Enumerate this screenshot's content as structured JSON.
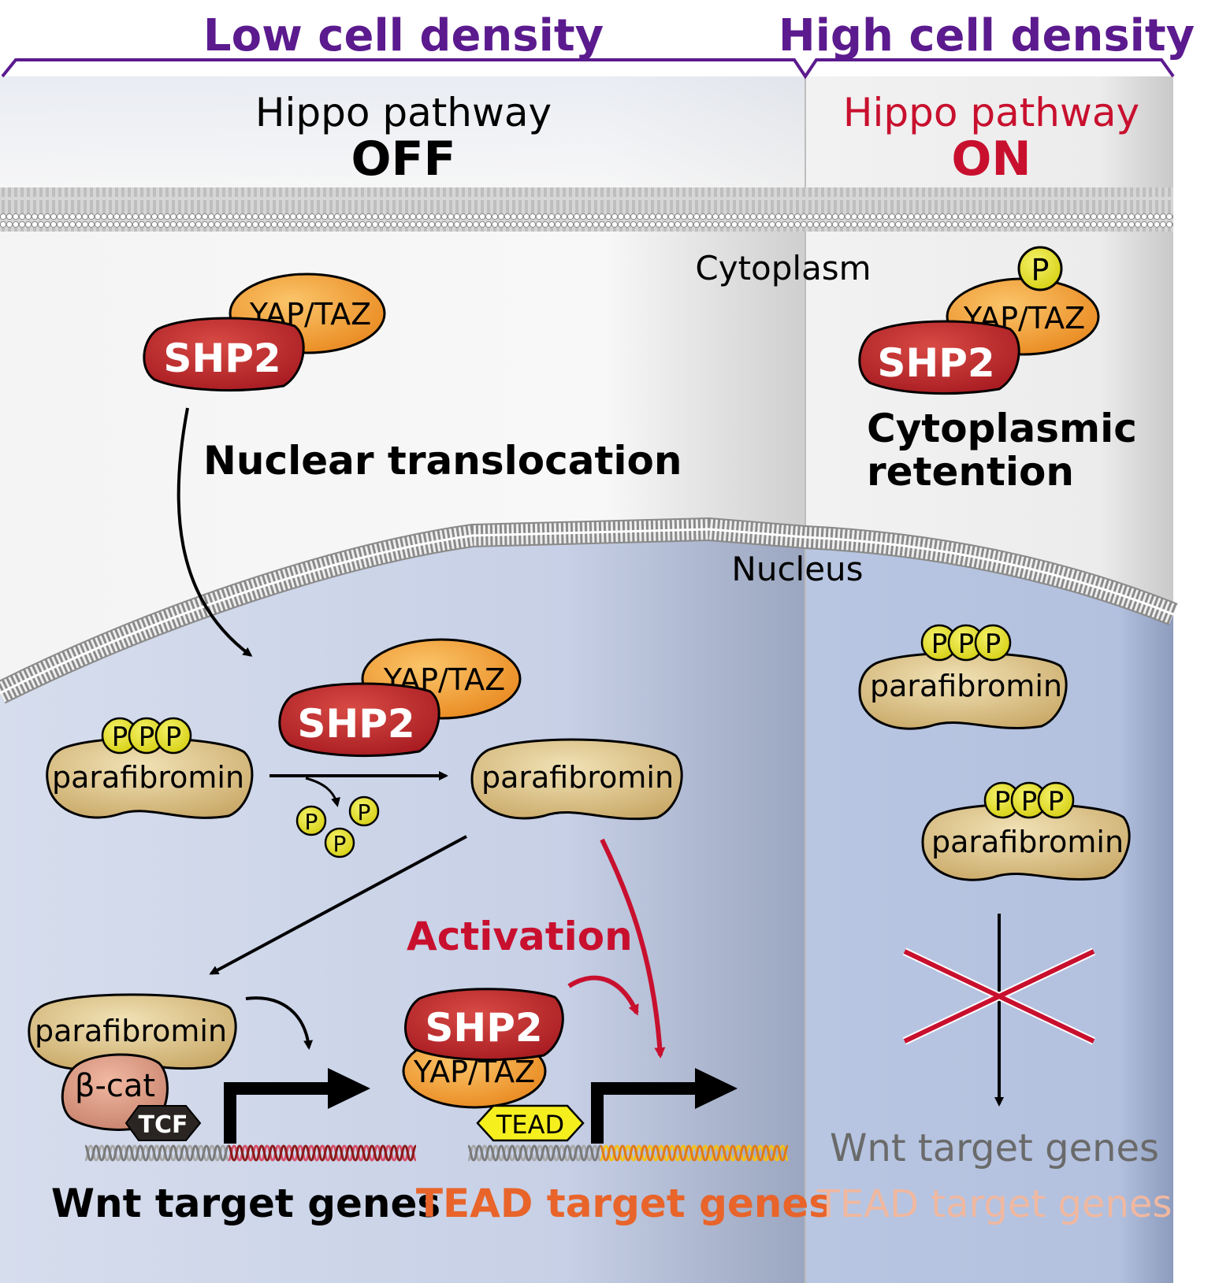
{
  "header": {
    "low_density": "Low cell density",
    "high_density": "High cell density"
  },
  "left_panel": {
    "pathway_label": "Hippo pathway",
    "pathway_state": "OFF",
    "translocation_label": "Nuclear translocation",
    "activation_label": "Activation",
    "wnt_genes_label": "Wnt target genes",
    "tead_genes_label": "TEAD target genes"
  },
  "right_panel": {
    "pathway_label": "Hippo pathway",
    "pathway_state": "ON",
    "retention_label_1": "Cytoplasmic",
    "retention_label_2": "retention",
    "wnt_genes_label": "Wnt target genes",
    "tead_genes_label": "TEAD target genes"
  },
  "compartments": {
    "cytoplasm": "Cytoplasm",
    "nucleus": "Nucleus"
  },
  "proteins": {
    "shp2": "SHP2",
    "yap_taz": "YAP/TAZ",
    "parafibromin": "parafibromin",
    "phospho": "P",
    "beta_cat": "β-cat",
    "tcf": "TCF",
    "tead": "TEAD"
  },
  "colors": {
    "header_purple": "#5b1a8e",
    "hippo_on_red": "#c8102e",
    "shp2_red": "#c0262c",
    "yap_orange": "#f39a2a",
    "parafibromin_tan": "#d9bd7a",
    "phospho_yellow": "#e8e020",
    "tead_orange_text": "#e8642a",
    "inhibit_red": "#c8102e",
    "faded_gray": "#6a6a6a",
    "faded_orange": "#f0b8a0",
    "nucleus_blue": "#c3cde4"
  }
}
